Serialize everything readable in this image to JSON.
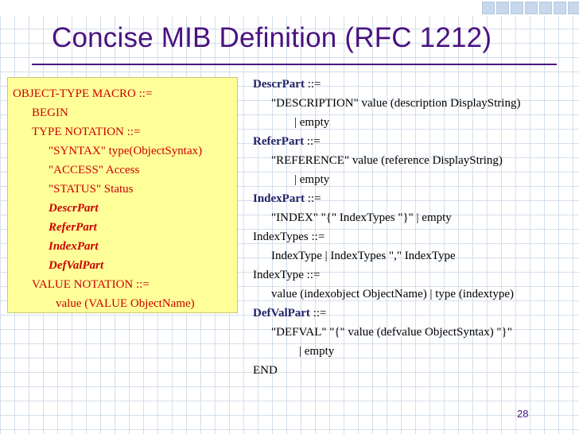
{
  "slide": {
    "title": "Concise MIB Definition (RFC 1212)",
    "page_number": "28"
  },
  "macro_box": {
    "lines": [
      "OBJECT-TYPE MACRO ::=",
      "BEGIN",
      "TYPE NOTATION ::=",
      "\"SYNTAX\" type(ObjectSyntax)",
      "\"ACCESS\" Access",
      "\"STATUS\" Status",
      "DescrPart",
      "ReferPart",
      "IndexPart",
      "DefValPart",
      "VALUE NOTATION ::=",
      "value (VALUE ObjectName)"
    ]
  },
  "grammar": {
    "descr_name": "DescrPart",
    "descr_op": " ::=",
    "descr_rule": "\"DESCRIPTION\" value (description DisplayString)",
    "descr_alt": "| empty",
    "refer_name": "ReferPart",
    "refer_op": " ::=",
    "refer_rule": "\"REFERENCE\" value (reference DisplayString)",
    "refer_alt": "| empty",
    "index_name": "IndexPart",
    "index_op": " ::=",
    "index_rule": "\"INDEX\" \"{\" IndexTypes \"}\" | empty",
    "indextypes_head": "IndexTypes ::=",
    "indextypes_rule": "IndexType | IndexTypes \",\" IndexType",
    "indextype_head": "IndexType ::=",
    "indextype_rule": "value (indexobject ObjectName) | type (indextype)",
    "defval_name": "DefValPart",
    "defval_op": " ::=",
    "defval_rule": "\"DEFVAL\" \"{\" value (defvalue ObjectSyntax) \"}\"",
    "defval_alt": "| empty",
    "end": "END"
  },
  "colors": {
    "title": "#4a1280",
    "macro_text": "#cc0000",
    "macro_bg": "#ffff99"
  }
}
